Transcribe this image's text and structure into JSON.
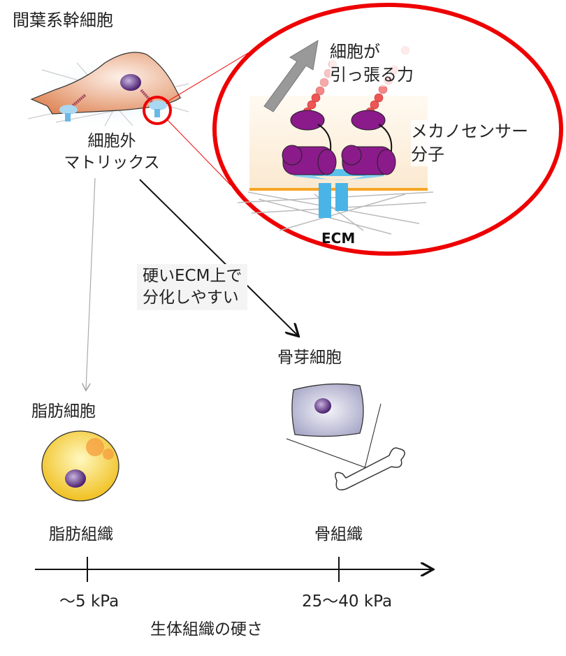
{
  "title": "間葉系幹細胞",
  "ecm_label": "細胞外\nマトリックス",
  "zoom_panel": {
    "force_label": "細胞が\n引っ張る力",
    "sensor_label": "メカノセンサー\n分子",
    "ecm": "ECM"
  },
  "condition_note": "硬いECM上で\n分化しやすい",
  "osteoblast_label": "骨芽細胞",
  "adipocyte_label": "脂肪細胞",
  "axis": {
    "title": "生体組織の硬さ",
    "ticks": [
      {
        "tissue": "脂肪組織",
        "value": "〜5 kPa"
      },
      {
        "tissue": "骨組織",
        "value": "25〜40 kPa"
      }
    ]
  },
  "colors": {
    "highlight": "#ee0000",
    "cell": "#e8956a",
    "nucleus": "#5a2a7a",
    "sensor": "#8b1a8b",
    "integrin": "#5bc0eb",
    "fat": "#f7d23c"
  }
}
